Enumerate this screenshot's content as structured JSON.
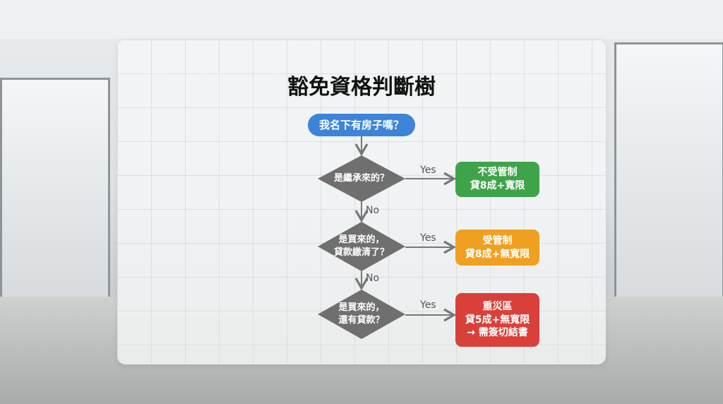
{
  "title": "豁免資格判斷樹",
  "start": "我名下有房子嗎？",
  "decisions": [
    {
      "lines": [
        "是繼承來的？"
      ],
      "yes": "Yes",
      "no": "No"
    },
    {
      "lines": [
        "是買來的，",
        "貸款繳清了？"
      ],
      "yes": "Yes",
      "no": "No"
    },
    {
      "lines": [
        "是買來的，",
        "還有貸款？"
      ],
      "yes": "Yes"
    }
  ],
  "outcomes": [
    {
      "lines": [
        "不受管制",
        "貸8成+寬限"
      ],
      "color": "#3fa34a"
    },
    {
      "lines": [
        "受管制",
        "貸8成+無寬限"
      ],
      "color": "#f0a020"
    },
    {
      "lines": [
        "重災區",
        "貸5成+無寬限",
        "→ 需簽切結書"
      ],
      "color": "#d9403a"
    }
  ]
}
